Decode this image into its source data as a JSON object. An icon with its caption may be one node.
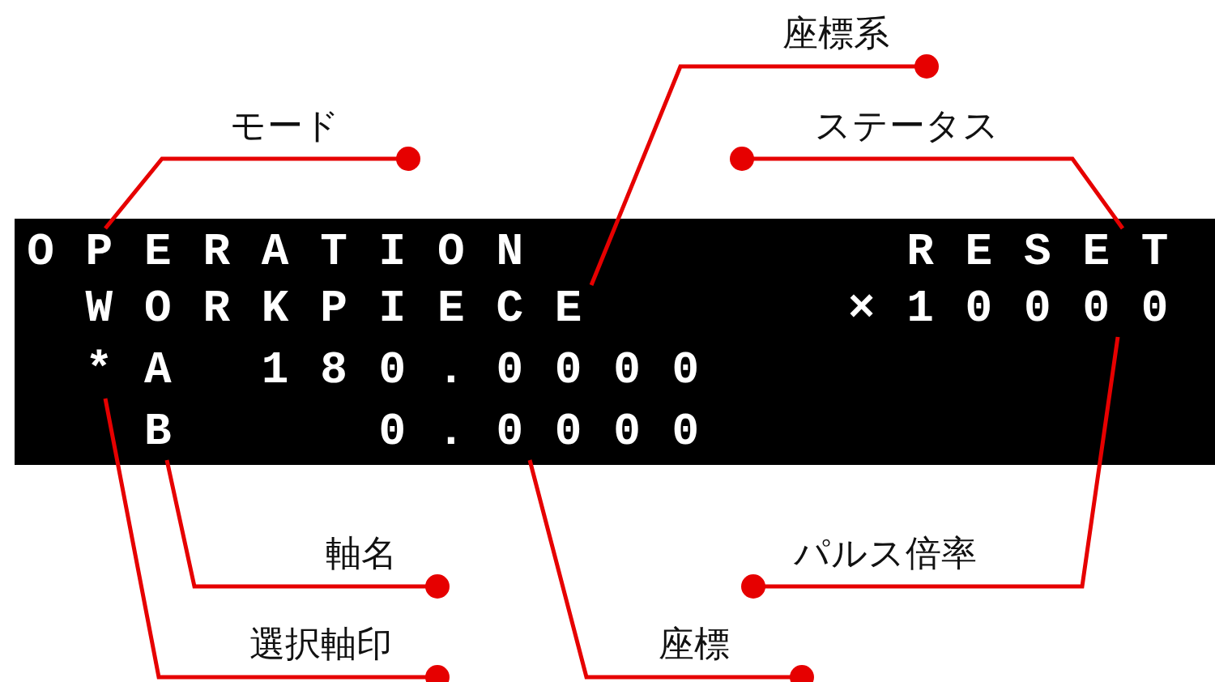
{
  "diagram": {
    "nodes": [
      {
        "text": [
          "座標系"
        ]
      },
      {
        "text": [
          "モード"
        ]
      },
      {
        "text": [
          "ステータス"
        ]
      },
      {
        "text": [],
        "shape": "box"
      },
      {
        "text": [
          "OPERATION"
        ],
        "in": 3
      },
      {
        "text": [
          "RESET"
        ],
        "in": 3
      },
      {
        "text": [
          "WORKPIECE"
        ],
        "in": 3
      },
      {
        "text": [
          "×10000"
        ],
        "in": 3
      },
      {
        "text": [
          "*"
        ],
        "in": 3
      },
      {
        "text": [
          "A"
        ],
        "in": 3
      },
      {
        "text": [
          "180.0000"
        ],
        "in": 3
      },
      {
        "text": [
          "B"
        ],
        "in": 3
      },
      {
        "text": [
          "0.0000"
        ],
        "in": 3
      },
      {
        "text": [
          "軸名"
        ]
      },
      {
        "text": [
          "パルス倍率"
        ]
      },
      {
        "text": [
          "選択軸印"
        ]
      },
      {
        "text": [
          "座標"
        ]
      }
    ],
    "edges": [
      {
        "from": 1,
        "to": 4,
        "arrow": "other"
      },
      {
        "from": 0,
        "to": 6,
        "arrow": "other"
      },
      {
        "from": 2,
        "to": 5,
        "arrow": "other"
      },
      {
        "from": 13,
        "to": 11,
        "arrow": "other"
      },
      {
        "from": 14,
        "to": 7,
        "arrow": "other"
      },
      {
        "from": 15,
        "to": 8,
        "arrow": "other"
      },
      {
        "from": 16,
        "to": 12,
        "arrow": "other"
      }
    ]
  }
}
